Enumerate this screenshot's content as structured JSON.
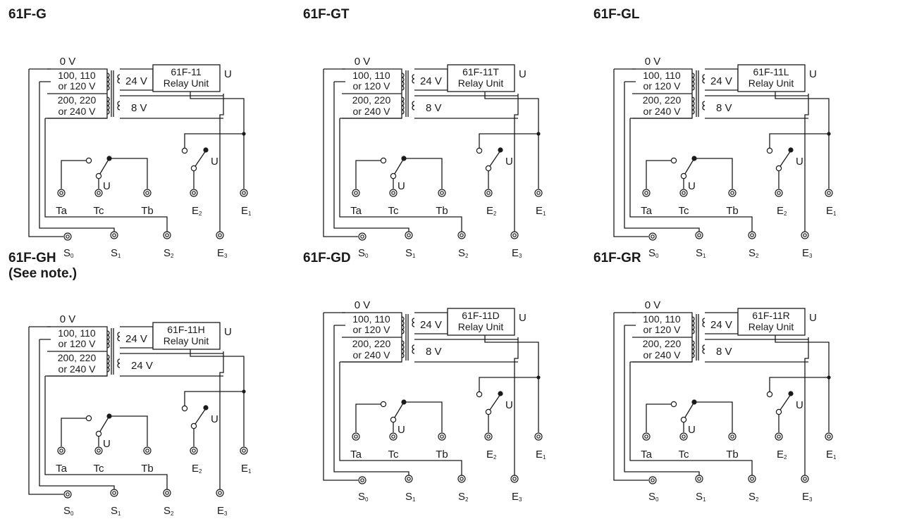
{
  "common": {
    "label_0v": "0 V",
    "primary_1a": "100, 110",
    "primary_1b": "or 120 V",
    "primary_2a": "200, 220",
    "primary_2b": "or 240 V",
    "sec_24v": "24 V",
    "relay_unit": "Relay Unit",
    "u_label": "U",
    "terminals": {
      "ta": "Ta",
      "tc": "Tc",
      "tb": "Tb",
      "e1": "E",
      "e1_sub": "1",
      "e2": "E",
      "e2_sub": "2",
      "e3": "E",
      "e3_sub": "3",
      "s0": "S",
      "s0_sub": "0",
      "s1": "S",
      "s1_sub": "1",
      "s2": "S",
      "s2_sub": "2"
    }
  },
  "panels": [
    {
      "id": "p1",
      "title": "61F-G",
      "note": "",
      "relay_model": "61F-11",
      "sec_low": "8 V"
    },
    {
      "id": "p2",
      "title": "61F-GT",
      "note": "",
      "relay_model": "61F-11T",
      "sec_low": "8 V"
    },
    {
      "id": "p3",
      "title": "61F-GL",
      "note": "",
      "relay_model": "61F-11L",
      "sec_low": "8 V"
    },
    {
      "id": "p4",
      "title": "61F-GH",
      "note": "(See note.)",
      "relay_model": "61F-11H",
      "sec_low": "24 V"
    },
    {
      "id": "p5",
      "title": "61F-GD",
      "note": "",
      "relay_model": "61F-11D",
      "sec_low": "8 V"
    },
    {
      "id": "p6",
      "title": "61F-GR",
      "note": "",
      "relay_model": "61F-11R",
      "sec_low": "8 V"
    }
  ]
}
